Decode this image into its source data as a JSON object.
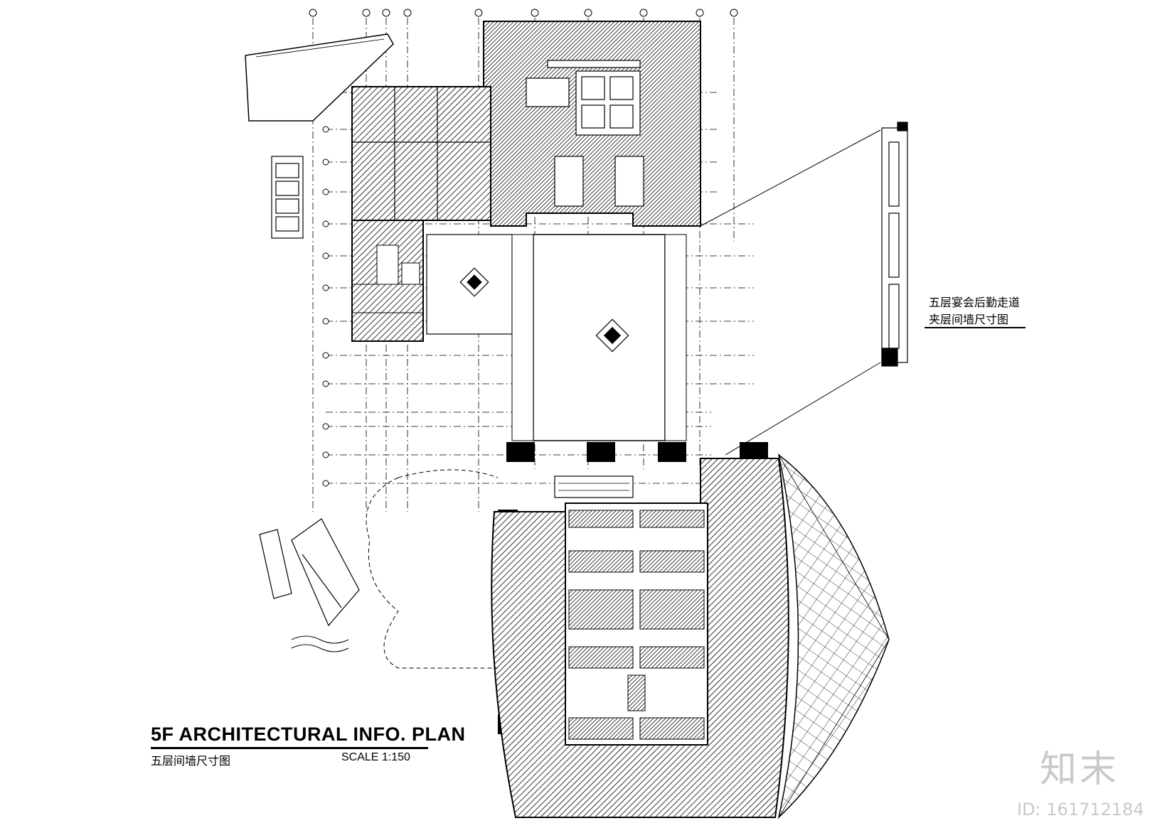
{
  "drawing": {
    "title": "5F  ARCHITECTURAL INFO. PLAN",
    "subtitle": "五层间墙尺寸图",
    "scale": "SCALE    1:150"
  },
  "detail_callout": {
    "line1": "五层宴会后勤走道",
    "line2": "夹层间墙尺寸图"
  },
  "watermark": {
    "logo": "知末",
    "id": "ID: 161712184"
  },
  "colors": {
    "line": "#000000",
    "hatch": "#1a1a1a",
    "watermark": "#c9c9c9"
  }
}
